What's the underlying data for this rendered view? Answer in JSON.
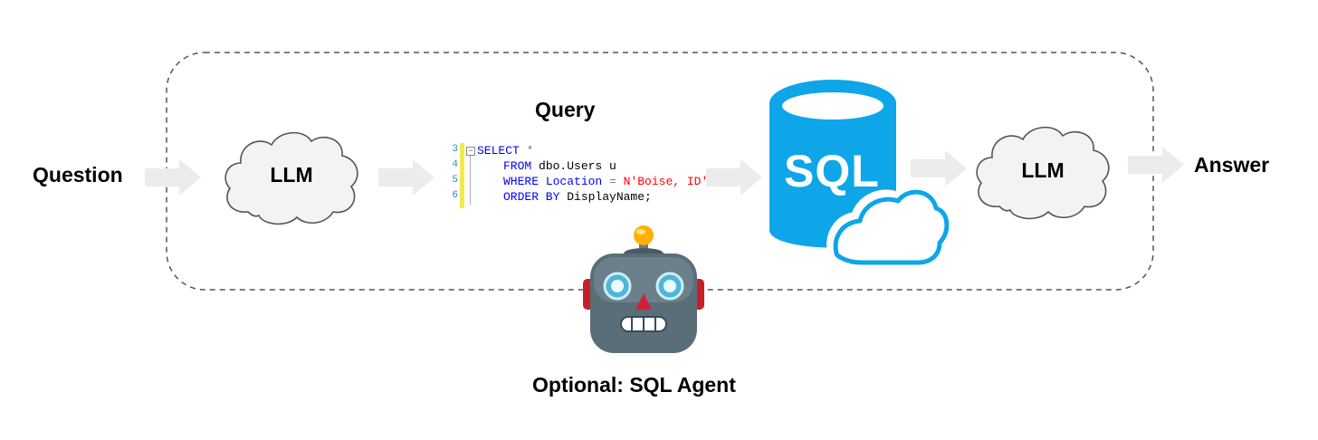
{
  "labels": {
    "question": "Question",
    "llm_first": "LLM",
    "query": "Query",
    "llm_second": "LLM",
    "answer": "Answer",
    "agent": "Optional: SQL Agent",
    "sql_logo": "SQL"
  },
  "code": {
    "lines": [
      {
        "num": "3",
        "kw1": "SELECT",
        "rest": " *"
      },
      {
        "num": "4",
        "kw1": "FROM",
        "rest": " dbo.Users u"
      },
      {
        "num": "5",
        "kw1": "WHERE",
        "ident": " Location",
        "op": " =",
        "str": " N'Boise, ID'"
      },
      {
        "num": "6",
        "kw1": "ORDER BY",
        "rest": " DisplayName;"
      }
    ]
  },
  "icons": {
    "cloud": "cloud-icon",
    "database": "sql-database-icon",
    "robot": "robot-icon",
    "arrow": "arrow-right-icon"
  },
  "colors": {
    "sql_blue": "#0ea5e9",
    "arrow": "#ececec",
    "dashed_border": "#555555",
    "robot_body": "#5a6e78",
    "robot_eye": "#4fb6d8",
    "robot_ear": "#c81e2a",
    "robot_antenna": "#ffb000"
  }
}
